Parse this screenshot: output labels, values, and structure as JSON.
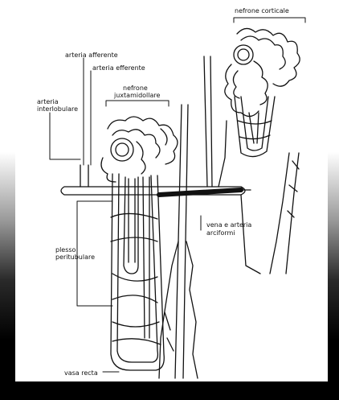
{
  "labels": {
    "nefrone_corticale": "nefrone corticale",
    "arteria_afferente": "arteria afferente",
    "arteria_efferente": "arteria efferente",
    "nefrone_juxta_1": "nefrone",
    "nefrone_juxta_2": "juxtamidollare",
    "arteria_interlob_1": "arteria",
    "arteria_interlob_2": "interlobulare",
    "vena_arteria_1": "vena e arteria",
    "vena_arteria_2": "arciformi",
    "plesso_1": "plesso",
    "plesso_2": "peritubulare",
    "vasa_recta": "vasa recta"
  },
  "colors": {
    "ink": "#111111",
    "frame": "#000000",
    "background": "#ffffff"
  }
}
